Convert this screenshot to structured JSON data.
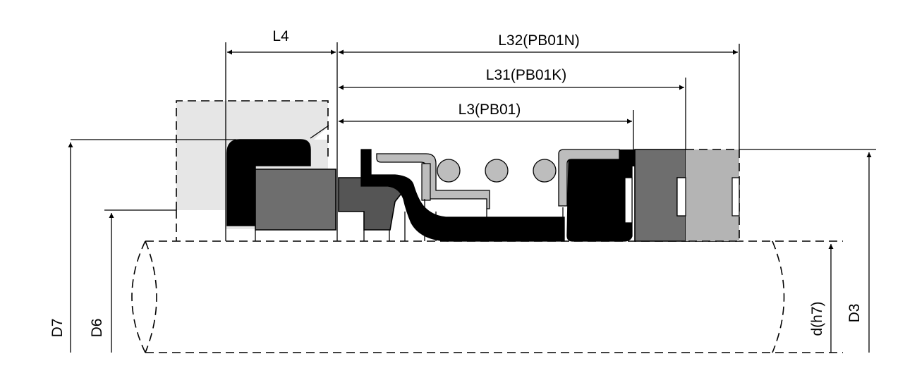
{
  "labels": {
    "l4": "L4",
    "l32": "L32(PB01N)",
    "l31": "L31(PB01K)",
    "l3": "L3(PB01)",
    "d7": "D7",
    "d6": "D6",
    "d_h7": "d(h7)",
    "d3": "D3"
  },
  "colors": {
    "elastomer": "#000000",
    "seal_face": "#6e6e6e",
    "rotating_ring": "#555555",
    "seat_housing": "#e6e6e6",
    "seat_n": "#b4b4b4",
    "spring_metal": "#bdbdbd",
    "lines": "#000000"
  }
}
